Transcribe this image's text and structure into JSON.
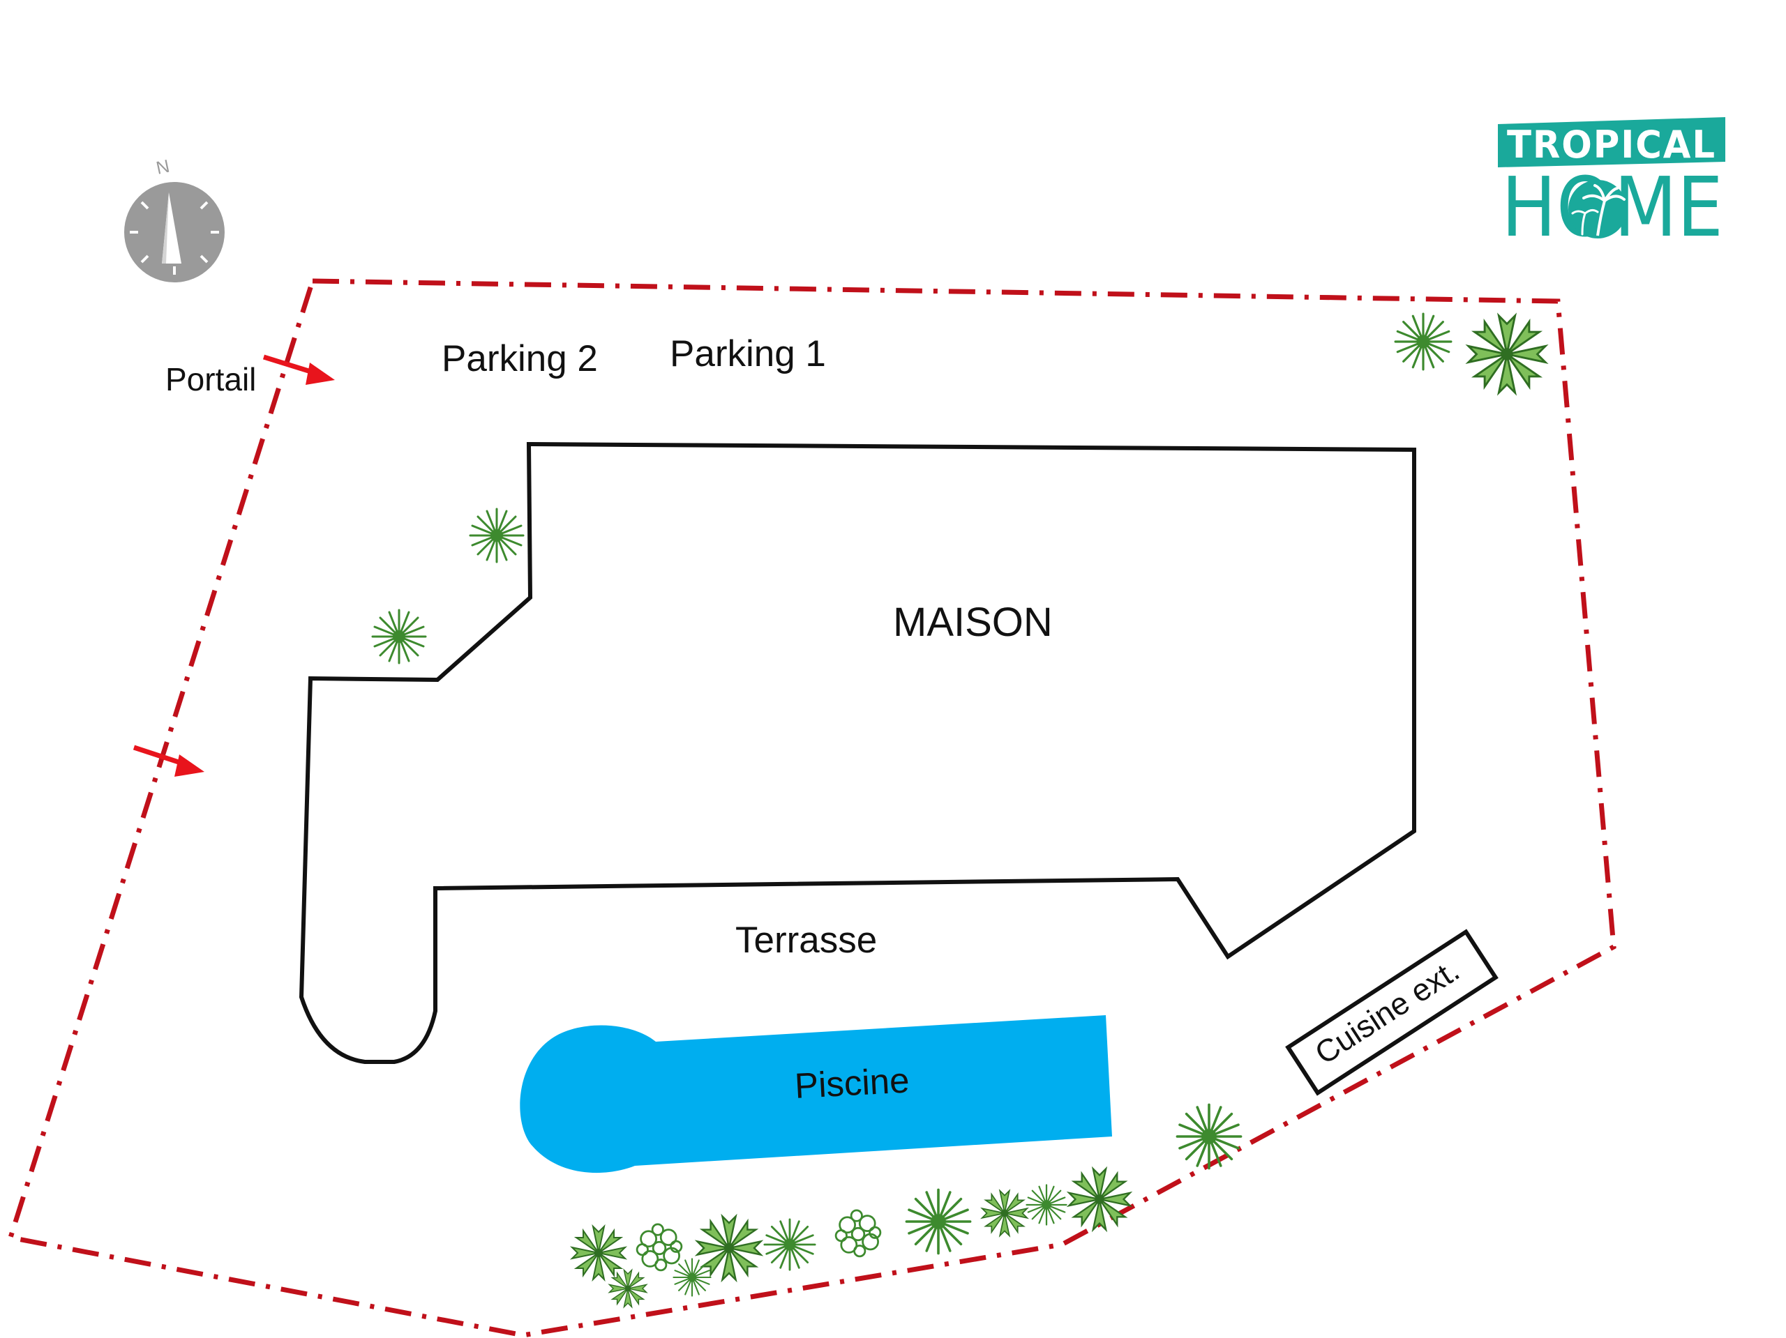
{
  "logo": {
    "line1": "TROPICAL",
    "line2": "HOME",
    "brand_color": "#1aa99b"
  },
  "compass": {
    "north_label": "N",
    "color": "#9a9a9a"
  },
  "labels": {
    "portail": "Portail",
    "parking2": "Parking 2",
    "parking1": "Parking 1",
    "maison": "MAISON",
    "terrasse": "Terrasse",
    "piscine": "Piscine",
    "cuisine": "Cuisine ext."
  },
  "colors": {
    "boundary": "#c0101a",
    "arrow": "#e8141c",
    "house_outline": "#111111",
    "pool": "#00aeef",
    "plant": "#3d8a2e"
  },
  "entrances": [
    {
      "name": "portail-arrow"
    },
    {
      "name": "side-entrance-arrow"
    }
  ]
}
